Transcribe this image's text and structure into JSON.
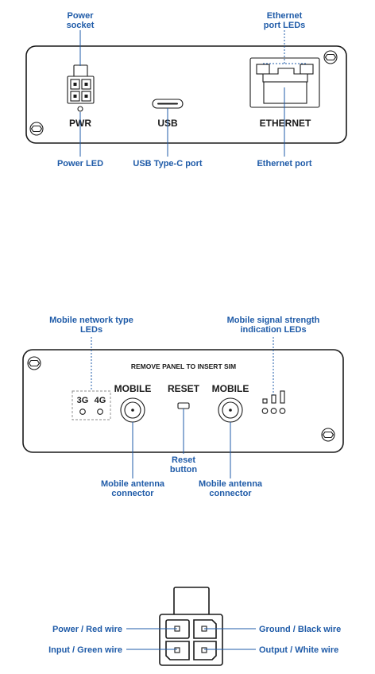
{
  "front_panel": {
    "callouts": {
      "power_socket": [
        "Power",
        "socket"
      ],
      "ethernet_leds": [
        "Ethernet",
        "port LEDs"
      ],
      "power_led": "Power LED",
      "usb_port": "USB Type-C port",
      "ethernet_port": "Ethernet port"
    },
    "labels": {
      "pwr": "PWR",
      "usb": "USB",
      "ethernet": "ETHERNET"
    }
  },
  "back_panel": {
    "callouts": {
      "network_type_leds": [
        "Mobile network type",
        "LEDs"
      ],
      "signal_leds": [
        "Mobile signal strength",
        "indication LEDs"
      ],
      "reset_button": [
        "Reset",
        "button"
      ],
      "antenna_left": [
        "Mobile antenna",
        "connector"
      ],
      "antenna_right": [
        "Mobile antenna",
        "connector"
      ]
    },
    "labels": {
      "remove_panel": "REMOVE PANEL TO INSERT SIM",
      "mobile_left": "MOBILE",
      "reset": "RESET",
      "mobile_right": "MOBILE",
      "led_3g": "3G",
      "led_4g": "4G"
    }
  },
  "connector_pinout": {
    "power": "Power / Red wire",
    "input": "Input / Green wire",
    "ground": "Ground / Black wire",
    "output": "Output / White wire"
  }
}
